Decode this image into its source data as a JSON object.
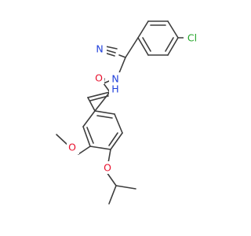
{
  "molecule": {
    "atoms": {
      "nitrile_n": {
        "text": "N",
        "color": "#1f3fdb"
      },
      "carbonyl_o": {
        "text": "O",
        "color": "#e8112d"
      },
      "amide_n": {
        "text": "N",
        "color": "#1f3fdb"
      },
      "amide_h": {
        "text": "H",
        "color": "#1f3fdb"
      },
      "chlorine": {
        "text": "Cl",
        "color": "#22a528"
      },
      "methoxy_o": {
        "text": "O",
        "color": "#e8112d"
      },
      "isopropoxy_o": {
        "text": "O",
        "color": "#e8112d"
      }
    },
    "bond_color": "#3d3d3d"
  }
}
